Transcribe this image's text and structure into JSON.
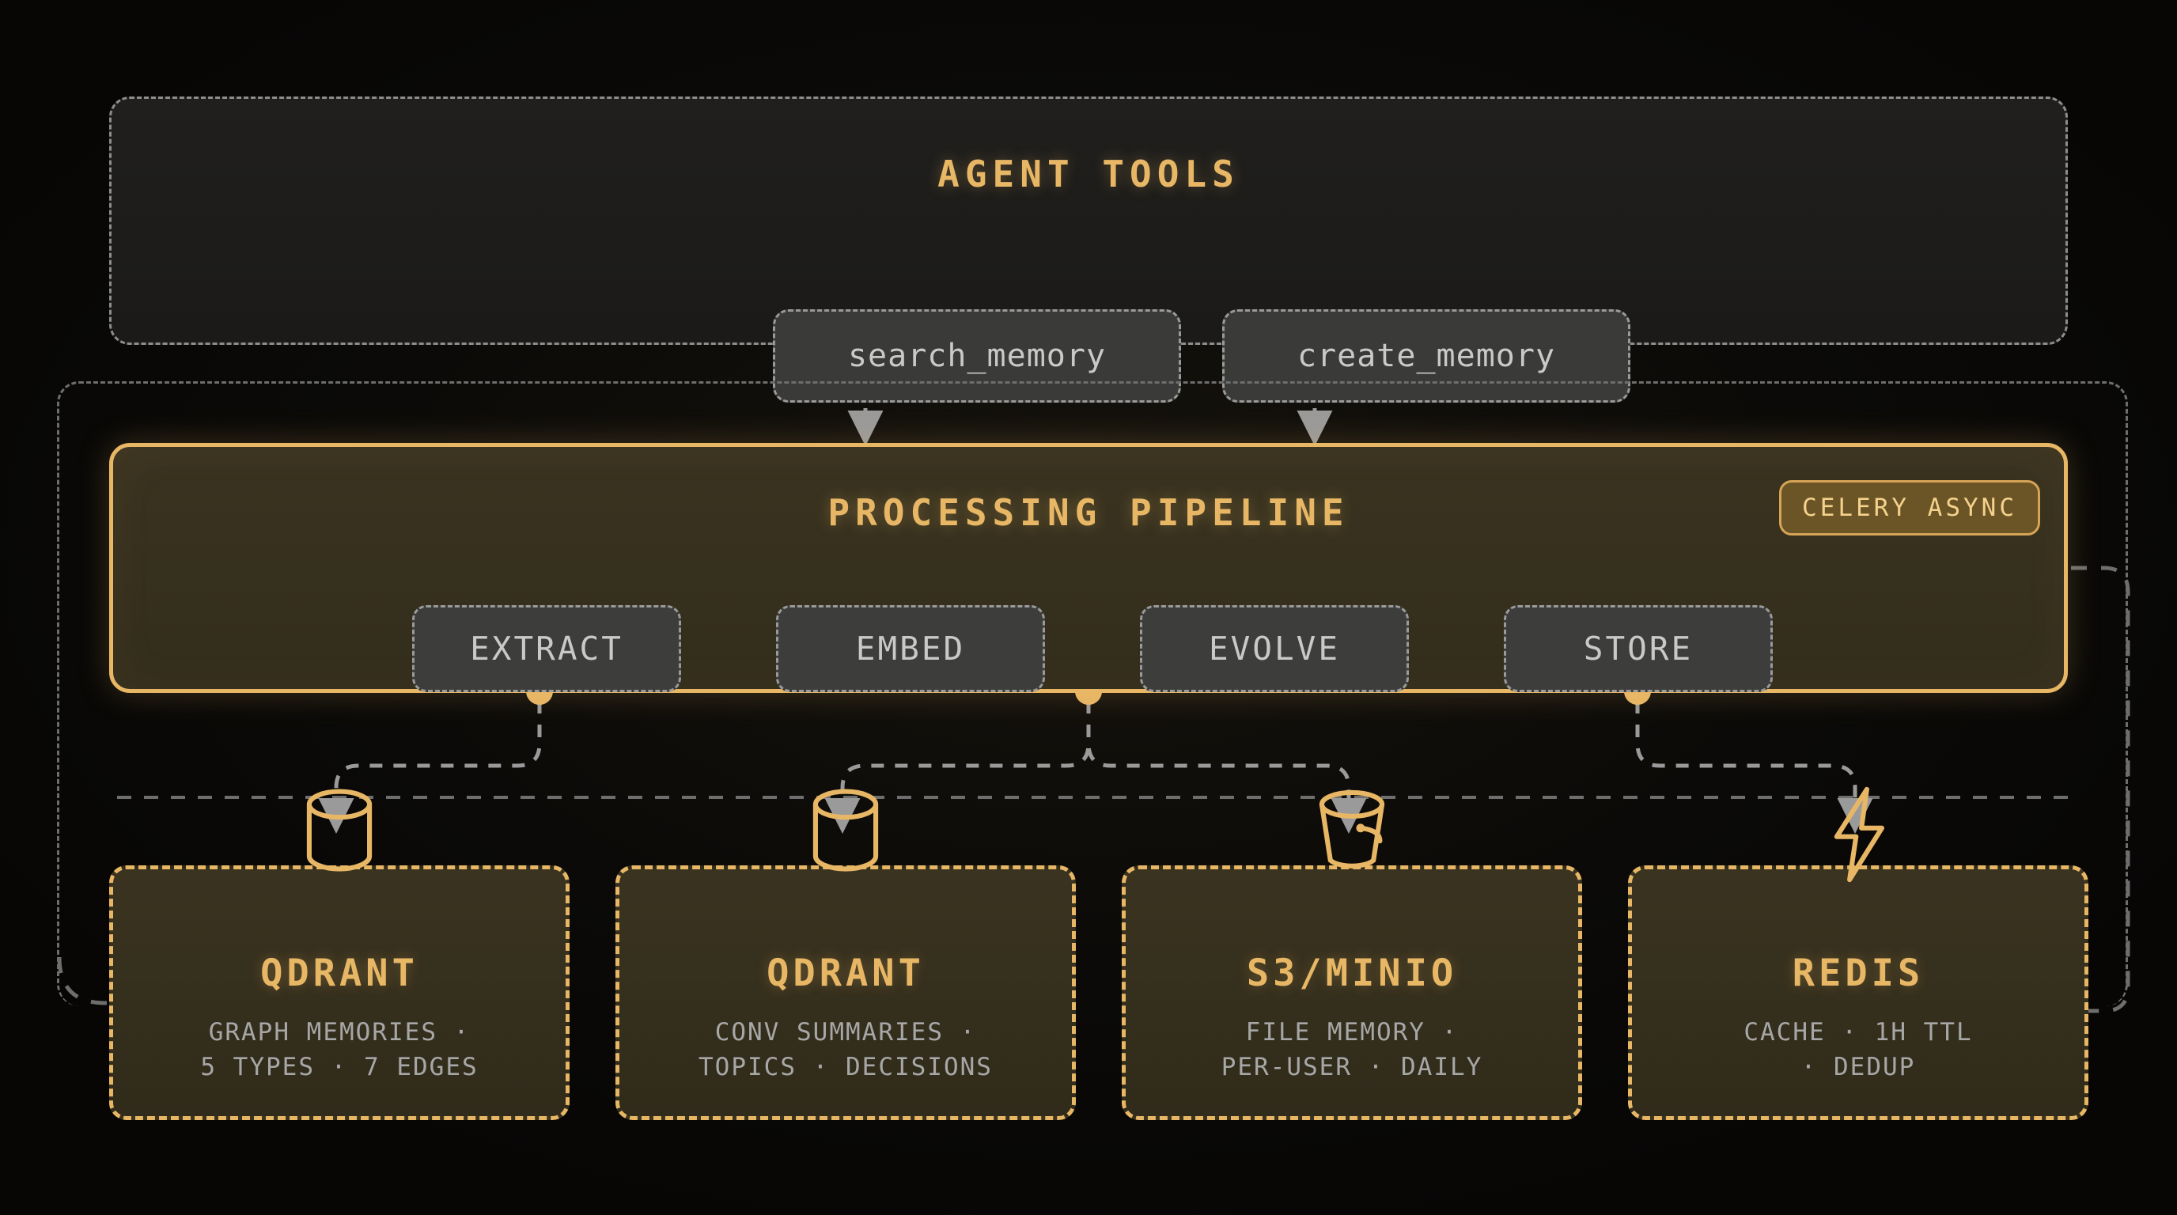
{
  "diagram": {
    "title": "Memory system architecture",
    "background_color": "#0a0908",
    "accent_color": "#e8b765",
    "muted_color": "#9a9a9a"
  },
  "agent_tools": {
    "title": "AGENT TOOLS",
    "tools": [
      {
        "label": "search_memory",
        "icon": "search-icon"
      },
      {
        "label": "create_memory",
        "icon": "plus-icon"
      }
    ]
  },
  "pipeline": {
    "title": "PROCESSING PIPELINE",
    "badge": "CELERY ASYNC",
    "stages": [
      {
        "label": "EXTRACT"
      },
      {
        "label": "EMBED"
      },
      {
        "label": "EVOLVE"
      },
      {
        "label": "STORE"
      }
    ]
  },
  "storage": {
    "cards": [
      {
        "title": "QDRANT",
        "icon": "database-cylinder-icon",
        "desc_line1": "GRAPH MEMORIES ·",
        "desc_line2": "5 TYPES · 7 EDGES"
      },
      {
        "title": "QDRANT",
        "icon": "database-cylinder-icon",
        "desc_line1": "CONV SUMMARIES ·",
        "desc_line2": "TOPICS · DECISIONS"
      },
      {
        "title": "S3/MINIO",
        "icon": "bucket-icon",
        "desc_line1": "FILE MEMORY ·",
        "desc_line2": "PER-USER · DAILY"
      },
      {
        "title": "REDIS",
        "icon": "lightning-bolt-icon",
        "desc_line1": "CACHE · 1H TTL",
        "desc_line2": "· DEDUP"
      }
    ]
  }
}
